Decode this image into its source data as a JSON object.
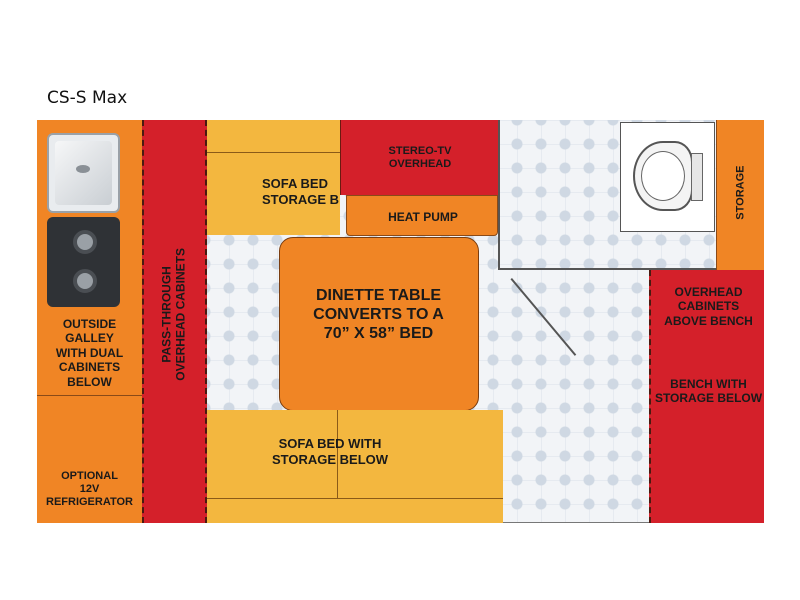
{
  "title": "CS-S Max",
  "labels": {
    "outside_galley": "OUTSIDE GALLEY\nWITH DUAL\nCABINETS BELOW",
    "refrigerator": "OPTIONAL\n12V REFRIGERATOR",
    "pass_through": "PASS-THROUGH\nOVERHEAD CABINETS",
    "sofa_bed_top": "SOFA BED\nSTORAGE B",
    "stereo_tv": "STEREO-TV\nOVERHEAD",
    "heat_pump": "HEAT PUMP",
    "storage": "STORAGE",
    "dinette": "DINETTE TABLE\nCONVERTS TO A\n70” X 58” BED",
    "sofa_bed_bottom": "SOFA BED WITH\nSTORAGE BELOW",
    "overhead_cabinets": "OVERHEAD\nCABINETS\nABOVE BENCH",
    "bench": "BENCH WITH\nSTORAGE BELOW"
  },
  "colors": {
    "orange": "#f08525",
    "yellow": "#f3b73f",
    "red": "#d4202a",
    "floor_tile": "#f2f4f7"
  },
  "icons": [
    "sink-icon",
    "stove-burner-icon",
    "toilet-icon"
  ]
}
